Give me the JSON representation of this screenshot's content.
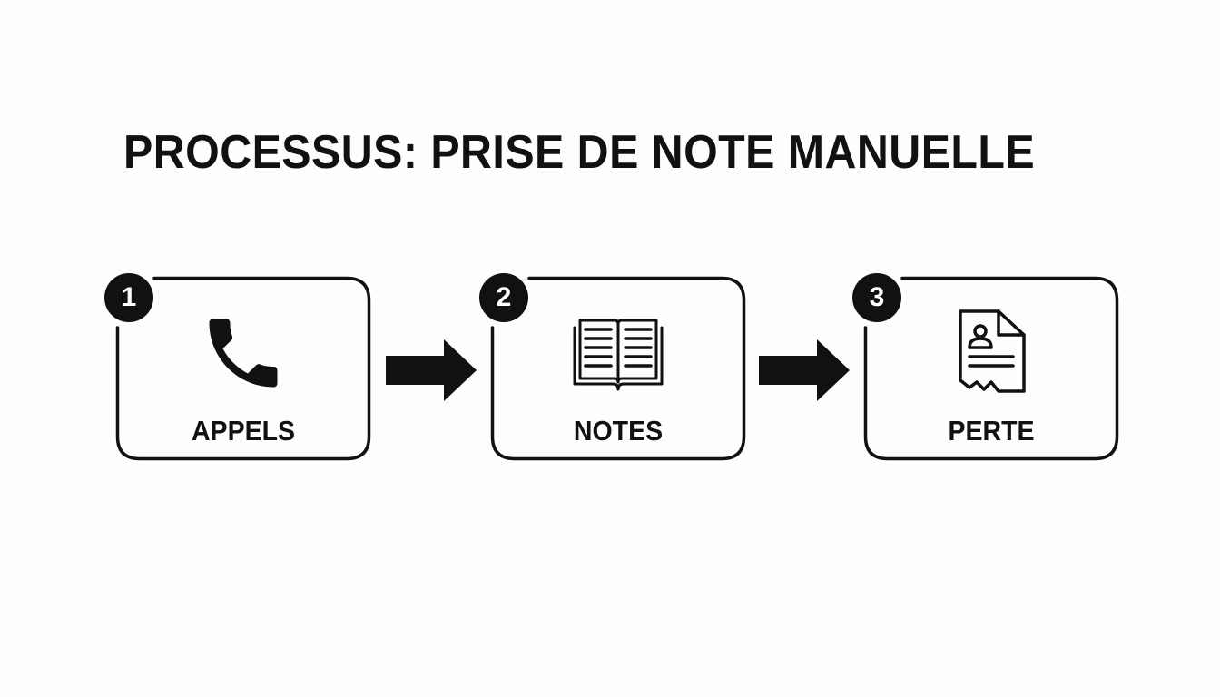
{
  "title": "PROCESSUS: PRISE DE NOTE MANUELLE",
  "steps": [
    {
      "number": "1",
      "label": "APPELS",
      "icon": "phone-icon"
    },
    {
      "number": "2",
      "label": "NOTES",
      "icon": "open-book-icon"
    },
    {
      "number": "3",
      "label": "PERTE",
      "icon": "torn-document-icon"
    }
  ],
  "colors": {
    "ink": "#111111",
    "background": "#fdfdfd"
  }
}
